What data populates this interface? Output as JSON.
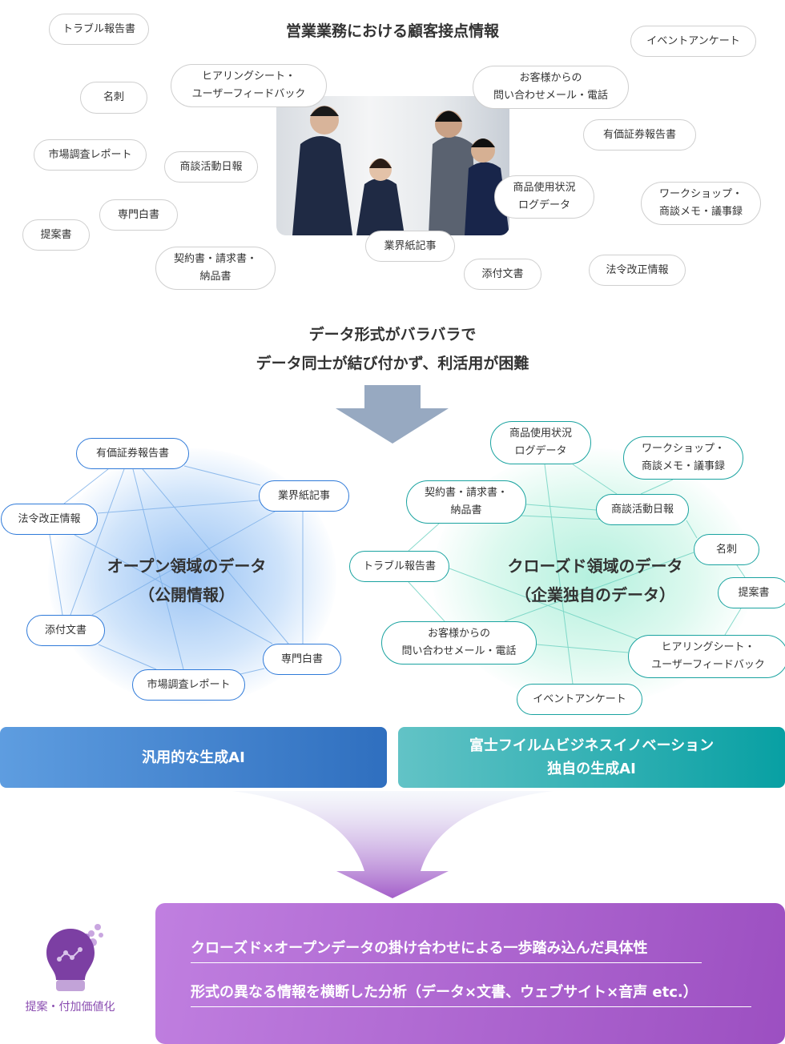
{
  "top": {
    "title": "営業業務における顧客接点情報",
    "pills": [
      "トラブル報告書",
      "名刺",
      "ヒアリングシート・",
      "ユーザーフィードバック",
      "市場調査レポート",
      "商談活動日報",
      "専門白書",
      "提案書",
      "契約書・請求書・",
      "納品書",
      "業界紙記事",
      "添付文書",
      "法令改正情報",
      "お客様からの",
      "問い合わせメール・電話",
      "有価証券報告書",
      "商品使用状況",
      "ログデータ",
      "ワークショップ・",
      "商談メモ・議事録",
      "イベントアンケート"
    ]
  },
  "problem": {
    "line1": "データ形式がバラバラで",
    "line2": "データ同士が結び付かず、利活用が困難"
  },
  "open": {
    "title1": "オープン領域のデータ",
    "title2": "（公開情報）",
    "pills": [
      "有価証券報告書",
      "業界紙記事",
      "法令改正情報",
      "添付文書",
      "専門白書",
      "市場調査レポート"
    ]
  },
  "closed": {
    "title1": "クローズド領域のデータ",
    "title2": "（企業独自のデータ）",
    "pills": [
      "商品使用状況",
      "ログデータ",
      "ワークショップ・",
      "商談メモ・議事録",
      "契約書・請求書・",
      "納品書",
      "商談活動日報",
      "名刺",
      "トラブル報告書",
      "提案書",
      "お客様からの",
      "問い合わせメール・電話",
      "ヒアリングシート・",
      "ユーザーフィードバック",
      "イベントアンケート"
    ]
  },
  "ai": {
    "general": "汎用的な生成AI",
    "own1": "富士フイルムビジネスイノベーション",
    "own2": "独自の生成AI"
  },
  "result": {
    "icon_label": "提案・付加価値化",
    "line1": "クローズド×オープンデータの掛け合わせによる一歩踏み込んだ具体性",
    "line2": "形式の異なる情報を横断した分析（データ×文書、ウェブサイト×音声 etc.）"
  },
  "colors": {
    "blue": "#2f7ad9",
    "teal": "#1aa3a0",
    "purple": "#a456c8",
    "arrow": "#97a9c1"
  }
}
